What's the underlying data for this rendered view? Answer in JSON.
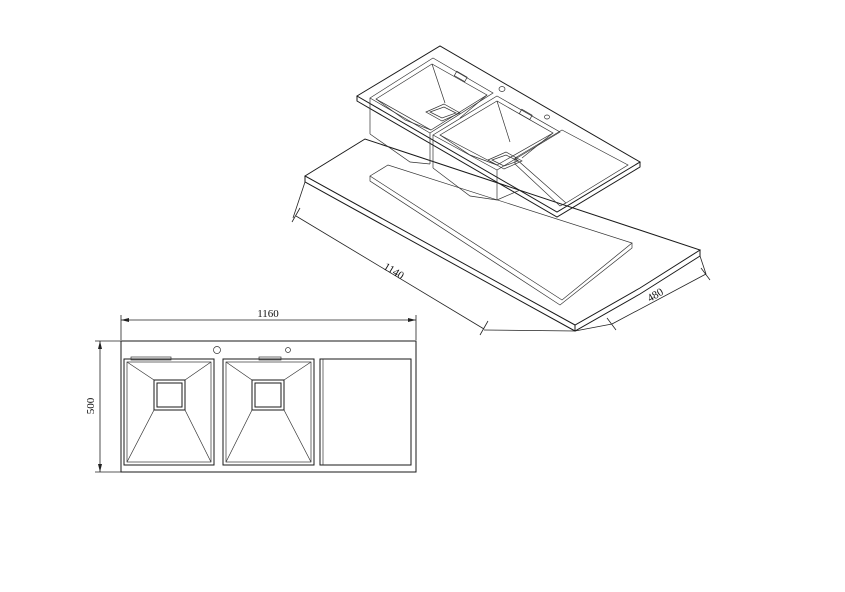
{
  "drawing": {
    "stroke_color": "#1a1a1a",
    "background": "#ffffff",
    "isometric_view": {
      "dimensions": {
        "length": "1140",
        "depth": "480"
      }
    },
    "plan_view": {
      "dimensions": {
        "width": "1160",
        "height": "500"
      }
    }
  }
}
